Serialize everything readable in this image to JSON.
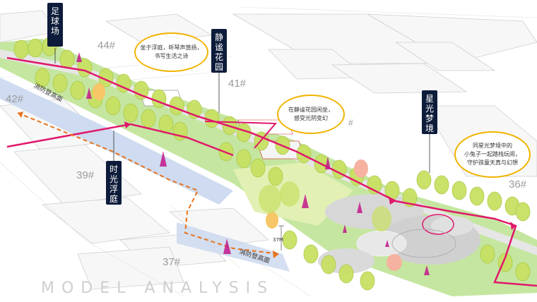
{
  "labels": {
    "football": "足球场",
    "quiet_garden": "静谧花园",
    "star_dream": "星光梦境",
    "time_court": "时光浮庭"
  },
  "bubbles": {
    "b1": [
      "坐于浮庭，听琴声悠扬，",
      "书写生活之诗"
    ],
    "b2": [
      "在静谧花园闲坐，",
      "感受光阴变幻"
    ],
    "b3": [
      "同星光梦境中的",
      "小兔子一起踏栈玩闹，",
      "守护孩童天真与幻想"
    ]
  },
  "buildings": {
    "b44": "44#",
    "b42": "42#",
    "b41": "41#",
    "b39": "39#",
    "b37": "37#",
    "b36": "36#",
    "b35": "#"
  },
  "corridor": {
    "upper": "消防登高面",
    "lower": "消防登高面"
  },
  "dimension": "37M",
  "watermark": "MODEL ANALYSIS",
  "colors": {
    "path": "#e0186c",
    "fire_lane": "#e8731c",
    "lawn": "#c5e6a0",
    "tree": "#c8e063",
    "label_bg": "#0d1c3a",
    "bubble_border": "#f0b400"
  }
}
